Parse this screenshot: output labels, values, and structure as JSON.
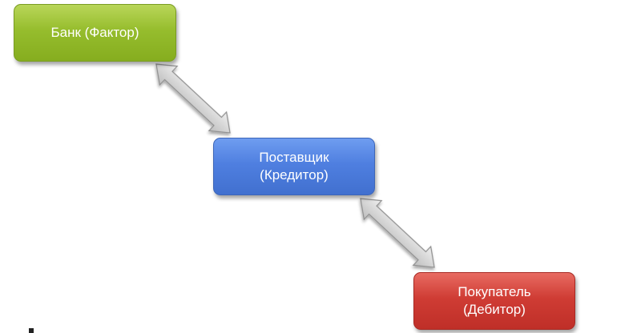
{
  "diagram": {
    "nodes": [
      {
        "id": "bank",
        "label": "Банк (Фактор)",
        "color": "#96bd2d"
      },
      {
        "id": "supplier",
        "label": "Поставщик\n(Кредитор)",
        "color": "#4f7fe0"
      },
      {
        "id": "buyer",
        "label": "Покупатель\n(Дебитор)",
        "color": "#cf3c34"
      }
    ],
    "edges": [
      {
        "from": "bank",
        "to": "supplier",
        "style": "double-headed-arrow"
      },
      {
        "from": "supplier",
        "to": "buyer",
        "style": "double-headed-arrow"
      }
    ],
    "arrow_color": "#c9c9c9"
  }
}
